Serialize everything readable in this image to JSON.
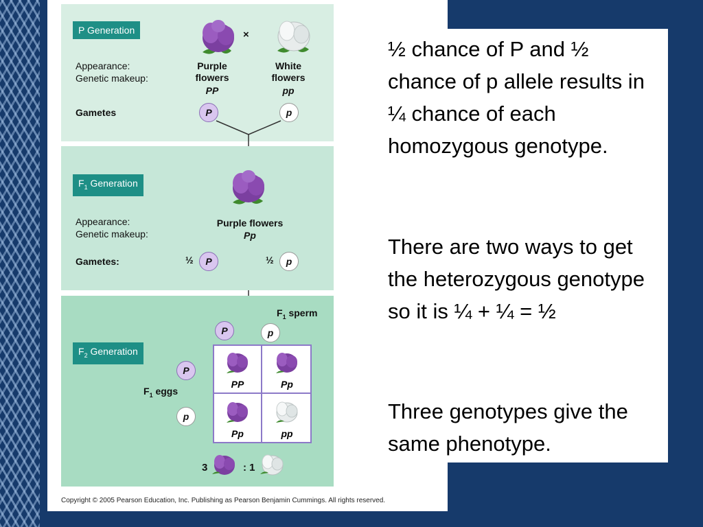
{
  "figure": {
    "p_generation": {
      "label": "P Generation",
      "appearance_label": "Appearance:",
      "genetic_makeup_label": "Genetic makeup:",
      "cross_symbol": "×",
      "parent1": {
        "appearance": "Purple\nflowers",
        "genotype": "PP"
      },
      "parent2": {
        "appearance": "White\nflowers",
        "genotype": "pp"
      },
      "gametes_label": "Gametes",
      "gamete1": "P",
      "gamete2": "p"
    },
    "f1_generation": {
      "label_prefix": "F",
      "label_sub": "1",
      "label_suffix": " Generation",
      "appearance_label": "Appearance:",
      "genetic_makeup_label": "Genetic makeup:",
      "appearance": "Purple flowers",
      "genotype": "Pp",
      "gametes_label": "Gametes:",
      "fraction1": "½",
      "gamete1": "P",
      "fraction2": "½",
      "gamete2": "p"
    },
    "f2_generation": {
      "label_prefix": "F",
      "label_sub": "2",
      "label_suffix": " Generation",
      "sperm_label_prefix": "F",
      "sperm_label_sub": "1",
      "sperm_label_suffix": " sperm",
      "eggs_label_prefix": "F",
      "eggs_label_sub": "1",
      "eggs_label_suffix": " eggs",
      "sperm": [
        "P",
        "p"
      ],
      "eggs": [
        "P",
        "p"
      ],
      "cells": [
        "PP",
        "Pp",
        "Pp",
        "pp"
      ],
      "ratio_left": "3",
      "ratio_right": ": 1"
    },
    "copyright": "Copyright © 2005 Pearson Education, Inc. Publishing as Pearson Benjamin Cummings. All rights reserved."
  },
  "text": {
    "para1": "½ chance of P and ½ chance of p allele results in ¼ chance of each homozygous genotype.",
    "para2": "There are two ways to get the heterozygous genotype so it is ¼ + ¼ = ½",
    "para3": "Three genotypes give the same phenotype."
  },
  "colors": {
    "background": "#163a6b",
    "label_box": "#1e8f86",
    "purple_flower": "#7b3fa0",
    "white_flower": "#e8ecec"
  }
}
